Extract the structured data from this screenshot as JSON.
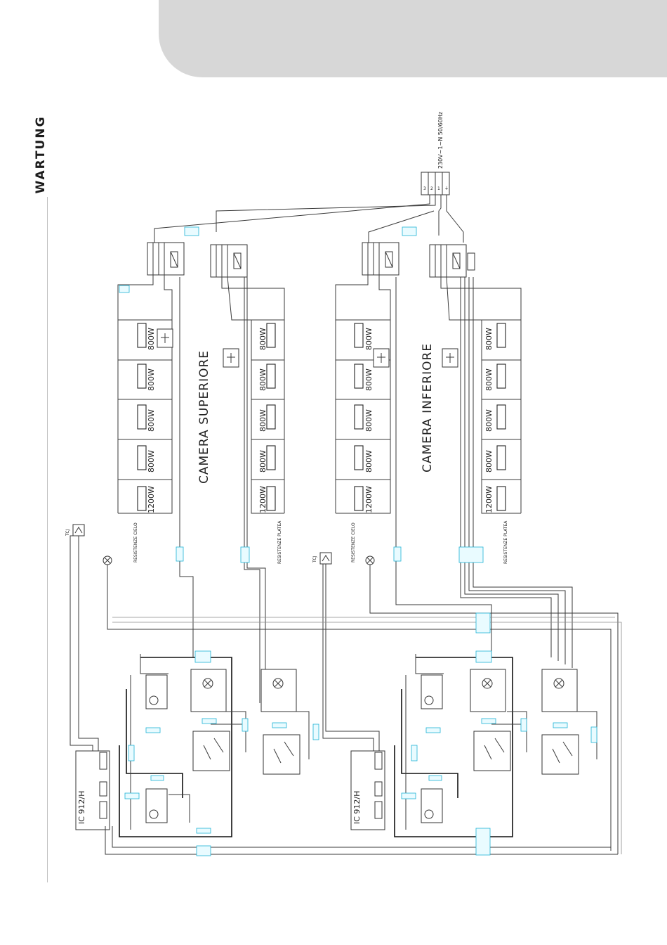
{
  "page": {
    "section_title": "WARTUNG"
  },
  "diagram": {
    "power_supply": "230V~1~N  50/60Hz",
    "upper_chamber": {
      "title": "CAMERA SUPERIORE",
      "top_group_label": "RESISTENZE CIELO",
      "bottom_group_label": "RESISTENZE PLATEA",
      "top_resistors": [
        "800W",
        "800W",
        "800W",
        "800W",
        "1200W"
      ],
      "bottom_resistors": [
        "800W",
        "800W",
        "800W",
        "800W",
        "1200W"
      ],
      "sensor_label": "TCJ",
      "controller_label": "IC 912/H"
    },
    "lower_chamber": {
      "title": "CAMERA INFERIORE",
      "top_group_label": "RESISTENZE CIELO",
      "bottom_group_label": "RESISTENZE PLATEA",
      "top_resistors": [
        "800W",
        "800W",
        "800W",
        "800W",
        "1200W"
      ],
      "bottom_resistors": [
        "800W",
        "800W",
        "800W",
        "800W",
        "1200W"
      ],
      "sensor_label": "TCJ",
      "controller_label": "IC 912/H"
    }
  }
}
